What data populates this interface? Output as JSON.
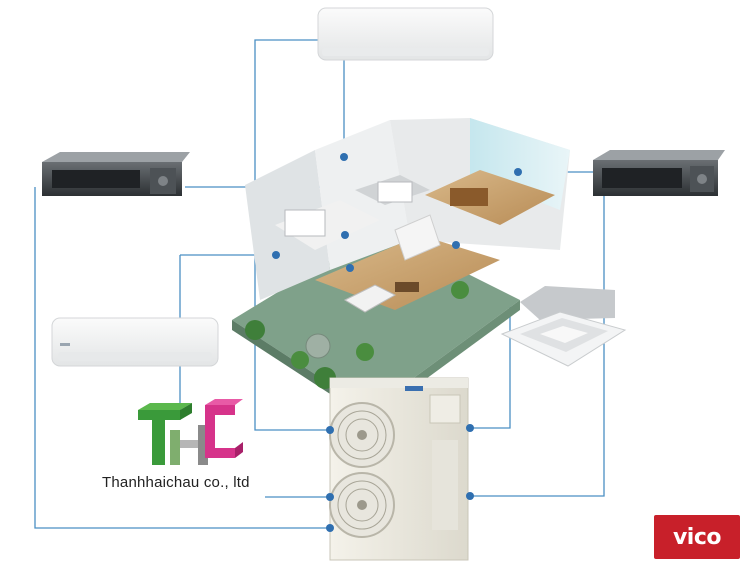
{
  "company": {
    "name": "Thanhhaichau co., ltd"
  },
  "badge": {
    "text": "vico"
  },
  "colors": {
    "connector": "#4a8fc4",
    "dot": "#2f6fb0",
    "logo_green": "#3a9a3a",
    "logo_pink": "#d6338a",
    "badge_bg": "#c8202a"
  },
  "units": [
    {
      "name": "wall-mounted-indoor-unit-top"
    },
    {
      "name": "ducted-indoor-unit-left"
    },
    {
      "name": "ducted-indoor-unit-right"
    },
    {
      "name": "wall-mounted-indoor-unit-left"
    },
    {
      "name": "ceiling-cassette-unit"
    },
    {
      "name": "outdoor-vrf-unit"
    }
  ]
}
